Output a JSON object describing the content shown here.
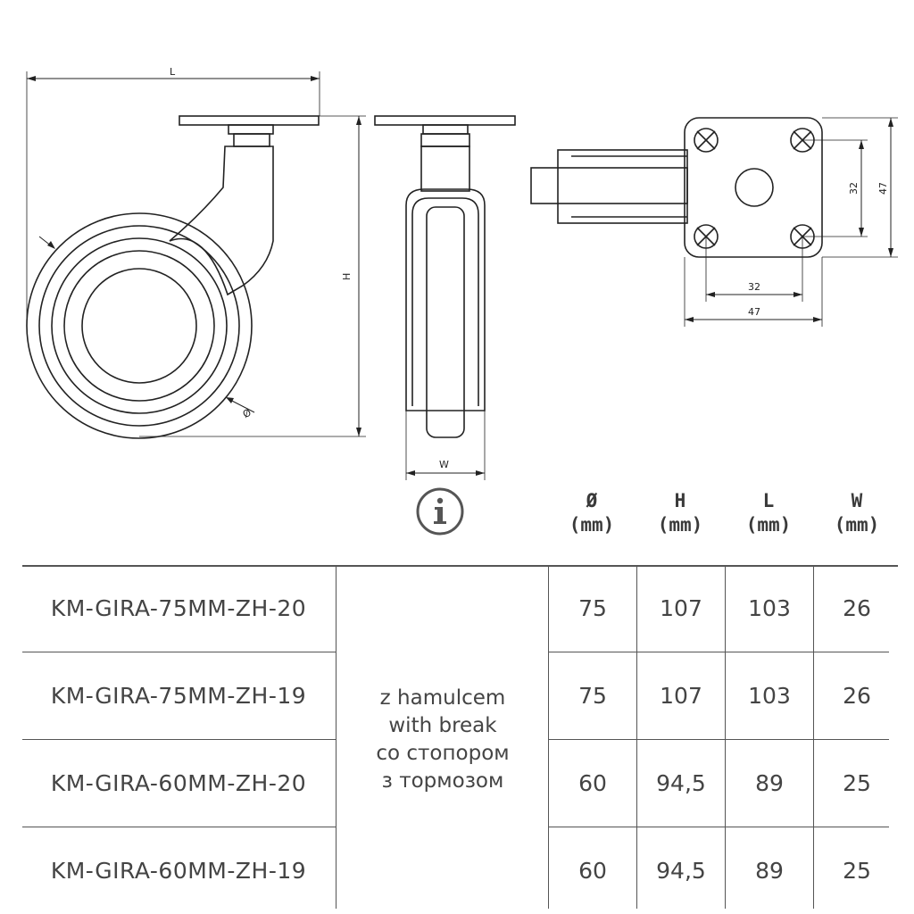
{
  "drawing": {
    "labels": {
      "L": "L",
      "H": "H",
      "W": "W",
      "diameter": "Ø",
      "plate_32_horizontal": "32",
      "plate_47_horizontal": "47",
      "plate_32_vertical": "32",
      "plate_47_vertical": "47"
    }
  },
  "info_icon": "info-icon",
  "table": {
    "headers": [
      {
        "symbol": "Ø",
        "unit": "(mm)"
      },
      {
        "symbol": "H",
        "unit": "(mm)"
      },
      {
        "symbol": "L",
        "unit": "(mm)"
      },
      {
        "symbol": "W",
        "unit": "(mm)"
      }
    ],
    "description_lines": [
      "z hamulcem",
      "with break",
      "со стопором",
      "з тормозом"
    ],
    "rows": [
      {
        "code": "KM-GIRA-75MM-ZH-20",
        "d": "75",
        "h": "107",
        "l": "103",
        "w": "26"
      },
      {
        "code": "KM-GIRA-75MM-ZH-19",
        "d": "75",
        "h": "107",
        "l": "103",
        "w": "26"
      },
      {
        "code": "KM-GIRA-60MM-ZH-20",
        "d": "60",
        "h": "94,5",
        "l": "89",
        "w": "25"
      },
      {
        "code": "KM-GIRA-60MM-ZH-19",
        "d": "60",
        "h": "94,5",
        "l": "89",
        "w": "25"
      }
    ]
  }
}
